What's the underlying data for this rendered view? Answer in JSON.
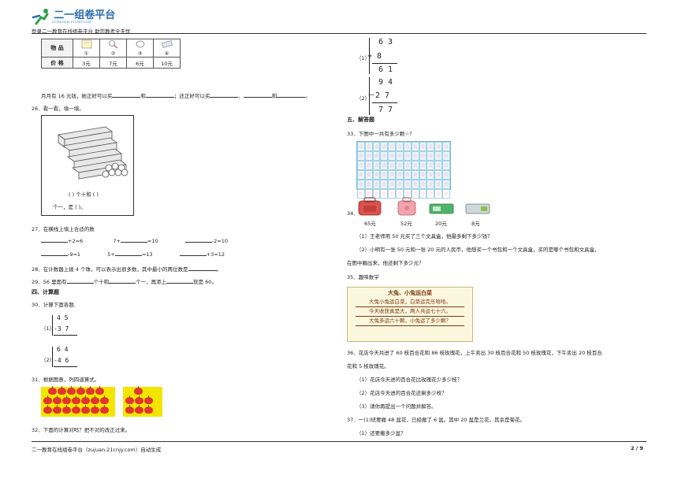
{
  "header": {
    "logo_text": "二一组卷平台",
    "logo_sub": "21ZUJUAN.21CNJY.COM",
    "subtitle": "登录二一教育在线组卷平台   助您教考全无忧"
  },
  "footer": {
    "left": "二一教育在线组卷平台（zujuan.21cnjy.com）自动生成",
    "page": "2 / 9"
  },
  "items_table": {
    "row1_head": "物  品",
    "row2_head": "价  格",
    "numbers": [
      "①",
      "②",
      "③",
      "④"
    ],
    "prices": [
      "3元",
      "7元",
      "6元",
      "10元"
    ]
  },
  "q25_text": "月月有 16 元钱，她正好可以买",
  "q25_mid1": "和",
  "q25_mid2": "；还正好可以买",
  "q25_mid3": "、",
  "q25_mid4": "和",
  "q25_end": "。",
  "q26": "26．看一看，填一填。",
  "q26_box_line1": "(     )  个十和  (     )",
  "q26_box_line2": "个一，是 (     )。",
  "q27": "27．在横线上填上合适的数",
  "q27_items": [
    "+2=6",
    "7+",
    "=10",
    "-2=10",
    "-9=1",
    "5+",
    "=13",
    "+3=12"
  ],
  "q28": "28．在计数器上拨 4 个珠，可以表示出很多数，其中最小的两位数是",
  "q28_end": "。",
  "q29_a": "29．56 里面有",
  "q29_b": "个十和",
  "q29_c": "个一，再添上",
  "q29_d": "就是 60。",
  "sec4": "四、计算题",
  "q30": "30．计算下面各题.",
  "q30_1_label": "（1）",
  "q30_1_top": "4  5",
  "q30_1_bot": "-3  7",
  "q30_2_label": "（2）",
  "q30_2_top": "6  4",
  "q30_2_bot": "-4  6",
  "q31": "31．根据图意，列四道算式。",
  "q32": "32．下面的计算对吗？把不对的改正过来。",
  "right_calc": {
    "label1": "（1）",
    "a_top": "6  3",
    "a_op": "+   8",
    "a_res": "6  1",
    "label2": "（2）",
    "b_top": "9  4",
    "b_op": "－2  7",
    "b_res": "7  7"
  },
  "sec5": "五、解答题",
  "q33": "33．下图中一共有多少颗☆?",
  "q34_label": "34．",
  "q34_prices": [
    "65元",
    "52元",
    "20元",
    "8元"
  ],
  "q34_1": "（1）王老师用 50 元买了三个文具盒，他最多剩下多少钱？",
  "q34_2a": "（2）小明有一张 50 元和一张 20 元的人民币，他想买一个书包和一个文具盒，买的是哪个书包和文具盒，",
  "q34_2b": "在图中圈出来，他还剩下多少元？",
  "q35": "35．趣味数学",
  "poem": {
    "title": "大兔、小兔运白菜",
    "l1": "大兔小兔运白菜，白菜运完乐哈哈。",
    "l2": "今天收获真是大，两人共运七十六。",
    "l3": "大兔多运六十颗，小兔运了多少颗？"
  },
  "q36a": "36．花店今天共进了 60 枝百合花和 86 枝玫瑰花，上午卖出 30 枝百合花和 50  枝玫瑰花，下午卖出 20 枝百合",
  "q36b": "花和 5 枝玫瑰花。",
  "q36_1": "（1）花店今天进的百合花比玫瑰花少多少枝？",
  "q36_2": "（2）花店今天进的百合花还剩多少枝？",
  "q36_3": "（3）请你再提出一个问题并解答。",
  "q37": "37．一(1)班要搬 48 盆花，已经搬了 6 盆。其中 20 盆是兰花，其余是菊花。",
  "q37_1": "（1）还要搬多少盆？",
  "colors": {
    "logo": "#2a6cb0",
    "apple": "#e3342f",
    "apple_bg": "#f2e600",
    "star": "#e98aa7",
    "grid": "#7ab8d6"
  }
}
